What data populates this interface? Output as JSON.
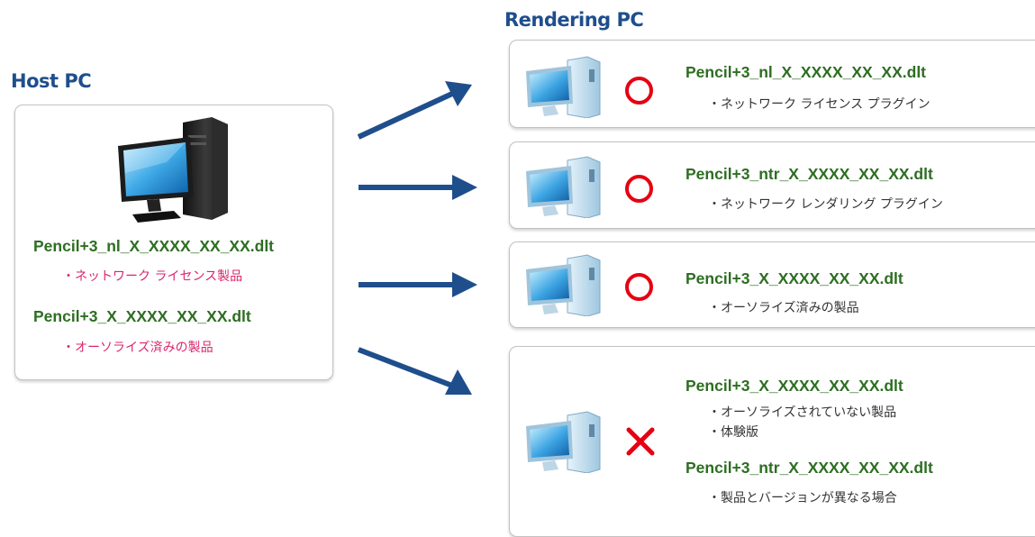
{
  "host": {
    "heading": "Host PC",
    "files": [
      {
        "name": "Pencil+3_nl_X_XXXX_XX_XX.dlt",
        "note": "・ネットワーク ライセンス製品"
      },
      {
        "name": "Pencil+3_X_XXXX_XX_XX.dlt",
        "note": "・オーソライズ済みの製品"
      }
    ]
  },
  "rendering": {
    "heading": "Rendering PC",
    "rows": [
      {
        "status": "ok",
        "name": "Pencil+3_nl_X_XXXX_XX_XX.dlt",
        "notes": [
          "・ネットワーク ライセンス プラグイン"
        ]
      },
      {
        "status": "ok",
        "name": "Pencil+3_ntr_X_XXXX_XX_XX.dlt",
        "notes": [
          "・ネットワーク レンダリング プラグイン"
        ]
      },
      {
        "status": "ok",
        "name": "Pencil+3_X_XXXX_XX_XX.dlt",
        "notes": [
          "・オーソライズ済みの製品"
        ]
      },
      {
        "status": "ng",
        "name": "Pencil+3_X_XXXX_XX_XX.dlt",
        "notes": [
          "・オーソライズされていない製品",
          "・体験版"
        ],
        "name2": "Pencil+3_ntr_X_XXXX_XX_XX.dlt",
        "notes2": [
          "・製品とバージョンが異なる場合"
        ]
      }
    ]
  },
  "colors": {
    "heading": "#1f4e8c",
    "filename": "#2d6e22",
    "pink": "#d8276c",
    "mark": "#e60012",
    "arrow": "#1f4e8c"
  },
  "icons": {
    "host": "desktop-pc-icon",
    "rendering": "tower-pc-icon",
    "ok": "circle-mark-icon",
    "ng": "cross-mark-icon",
    "arrow": "arrow-icon"
  }
}
